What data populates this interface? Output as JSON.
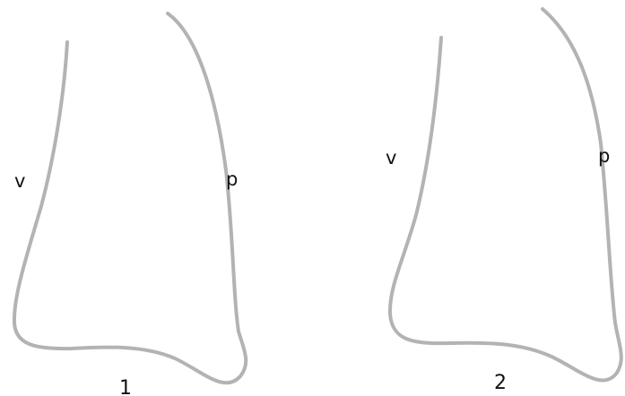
{
  "figures": [
    {
      "number_label": "1",
      "left_label": "v",
      "right_label": "p"
    },
    {
      "number_label": "2",
      "left_label": "v",
      "right_label": "p"
    }
  ],
  "colors": {
    "outline": "#b3b3b3",
    "text": "#111111",
    "background": "#ffffff"
  }
}
